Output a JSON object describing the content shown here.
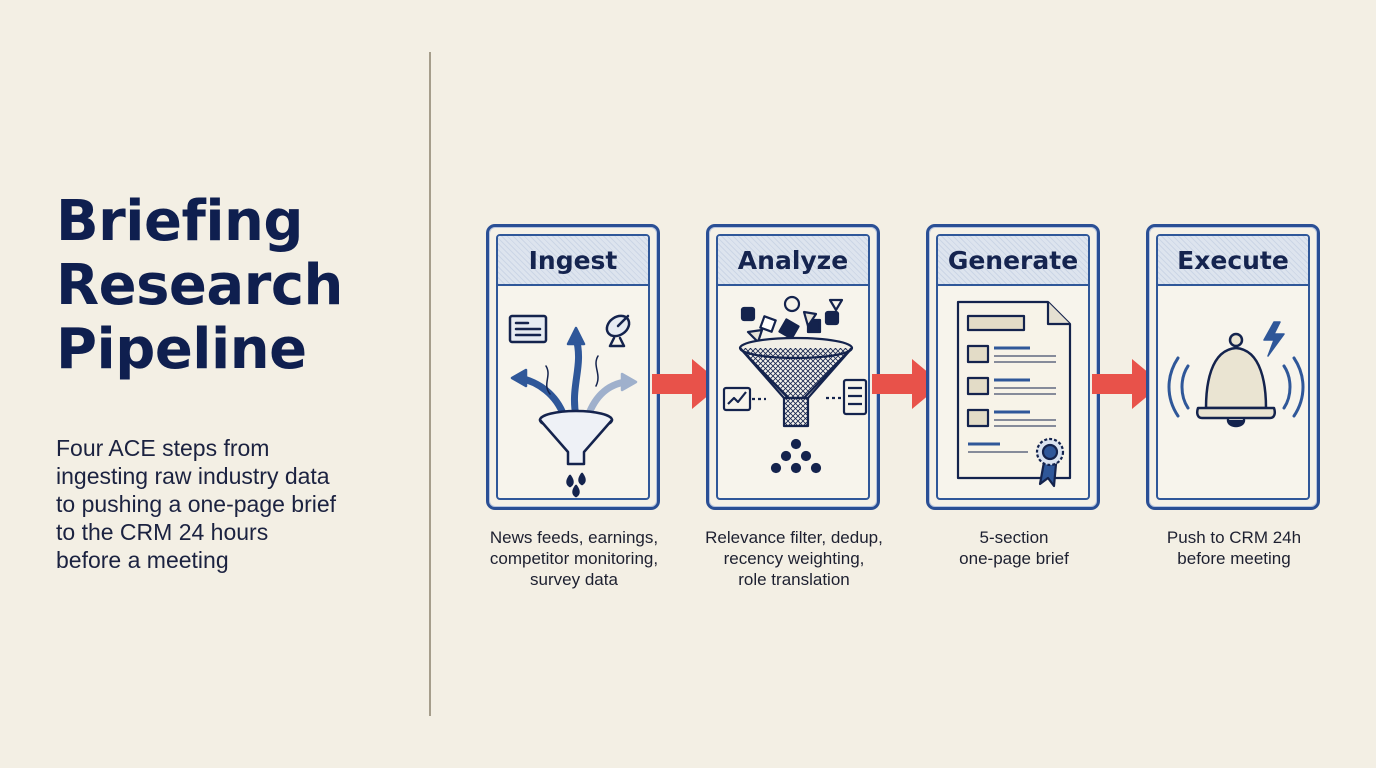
{
  "title_lines": [
    "Briefing",
    "Research",
    "Pipeline"
  ],
  "subtitle_lines": [
    "Four ACE steps from",
    "ingesting raw industry data",
    "to pushing a one-page brief",
    "to the CRM 24 hours",
    "before a meeting"
  ],
  "steps": [
    {
      "title": "Ingest",
      "icon": "funnel-with-data-sources-icon",
      "caption_lines": [
        "News feeds, earnings,",
        "competitor monitoring,",
        "survey data"
      ]
    },
    {
      "title": "Analyze",
      "icon": "filter-funnel-icon",
      "caption_lines": [
        "Relevance filter, dedup,",
        "recency weighting,",
        "role translation"
      ]
    },
    {
      "title": "Generate",
      "icon": "document-with-seal-icon",
      "caption_lines": [
        "5-section",
        "one-page brief"
      ]
    },
    {
      "title": "Execute",
      "icon": "alert-bell-icon",
      "caption_lines": [
        "Push to CRM 24h",
        "before meeting"
      ]
    }
  ],
  "colors": {
    "background": "#f3efe4",
    "navy": "#13224d",
    "card_border": "#2a4f95",
    "arrow": "#e8524a"
  }
}
